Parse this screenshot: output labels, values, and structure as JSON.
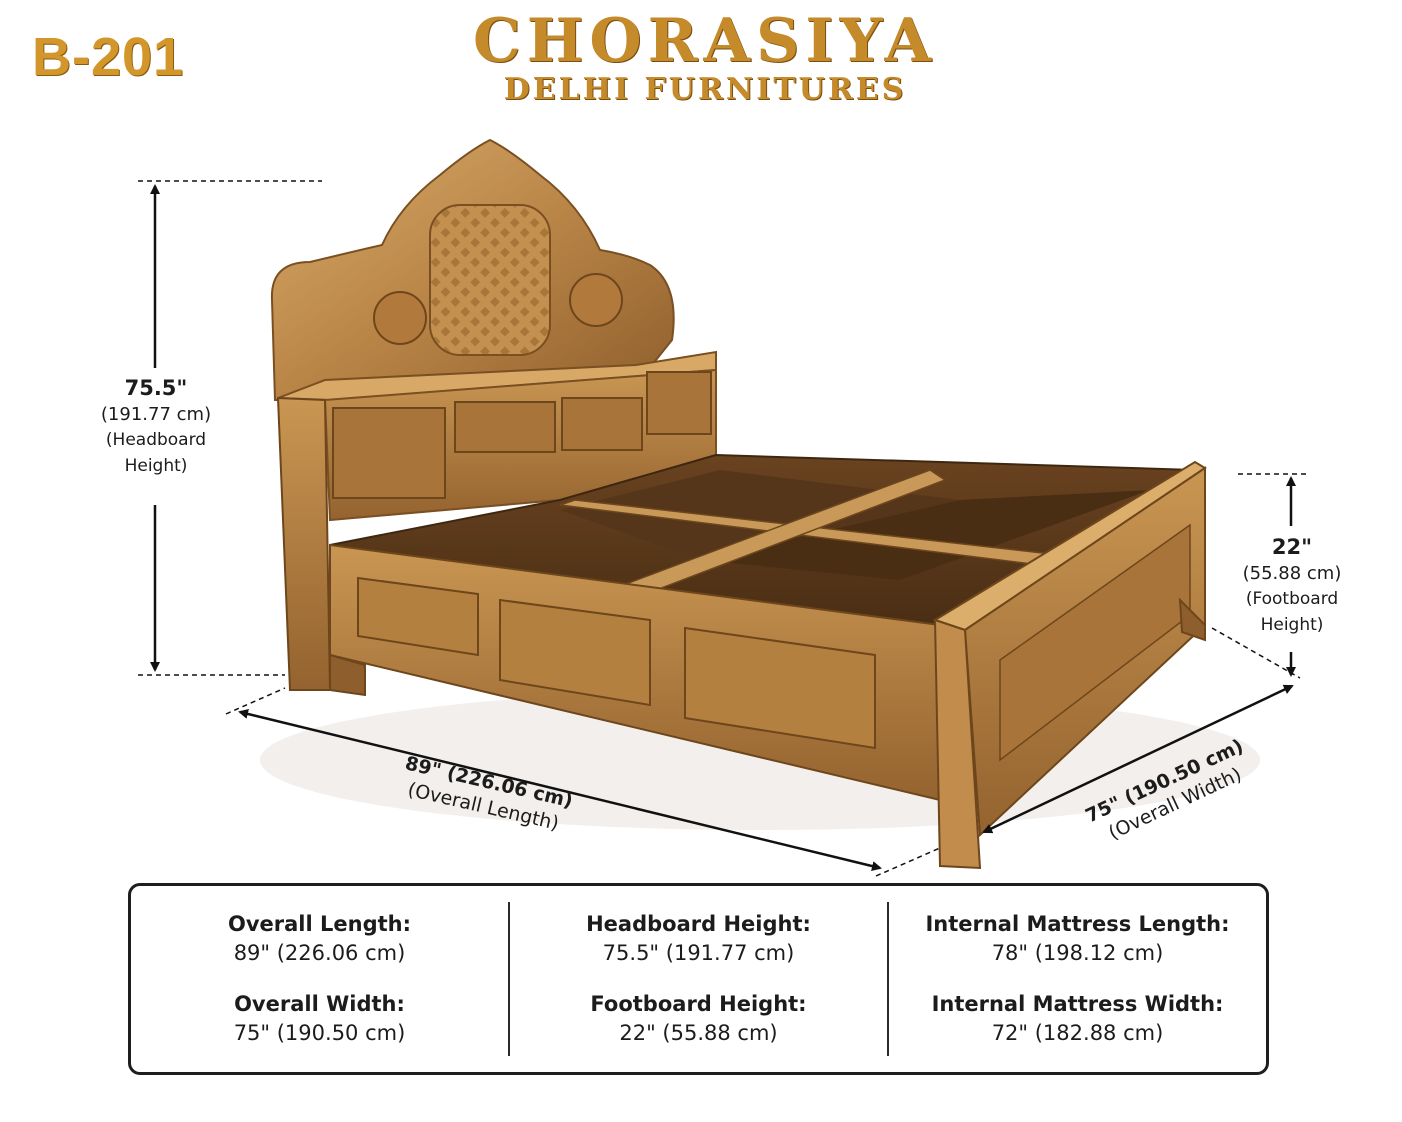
{
  "model_code": "B-201",
  "brand": {
    "name": "CHORASIYA",
    "subtitle": "DELHI FURNITURES"
  },
  "colors": {
    "gold": "#d2962a",
    "wood_light": "#c9995a",
    "wood_dark": "#6b4520",
    "line": "#111111"
  },
  "diagram": {
    "headboard": {
      "value": "75.5\"",
      "cm": "(191.77 cm)",
      "label_line1": "(Headboard",
      "label_line2": "Height)"
    },
    "footboard": {
      "value": "22\"",
      "cm": "(55.88 cm)",
      "label_line1": "(Footboard",
      "label_line2": "Height)"
    },
    "length": {
      "value": "89\" (226.06 cm)",
      "label": "(Overall Length)"
    },
    "width": {
      "value": "75\" (190.50 cm)",
      "label": "(Overall Width)"
    }
  },
  "specs": [
    [
      {
        "name": "Overall Length:",
        "value": "89\" (226.06 cm)"
      },
      {
        "name": "Overall Width:",
        "value": "75\" (190.50 cm)"
      }
    ],
    [
      {
        "name": "Headboard Height:",
        "value": "75.5\" (191.77 cm)"
      },
      {
        "name": "Footboard Height:",
        "value": "22\" (55.88 cm)"
      }
    ],
    [
      {
        "name": "Internal Mattress Length:",
        "value": "78\" (198.12 cm)"
      },
      {
        "name": "Internal Mattress Width:",
        "value": "72\" (182.88 cm)"
      }
    ]
  ]
}
